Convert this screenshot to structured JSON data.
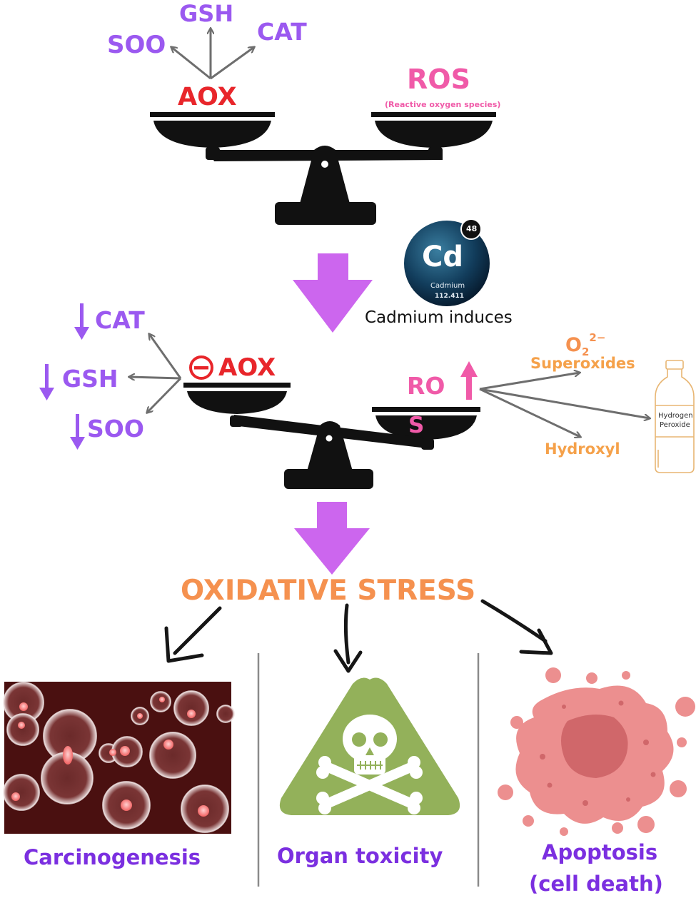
{
  "top_scale": {
    "left_label": "AOX",
    "enzymes": [
      "SOO",
      "GSH",
      "CAT"
    ],
    "right_label": "ROS",
    "right_sublabel": "(Reactive oxygen species)"
  },
  "cadmium": {
    "symbol": "Cd",
    "atomic_number": "48",
    "name": "Cadmium",
    "mass": "112.411",
    "caption": "Cadmium induces"
  },
  "bottom_scale": {
    "left_symbol": "⊖",
    "left_label": "AOX",
    "enzymes": [
      "CAT",
      "GSH",
      "SOO"
    ],
    "right_label_top": "RO",
    "right_label_bottom": "S",
    "species": {
      "superoxide_formula": "O",
      "superoxide_sub": "2",
      "superoxide_sup": "2−",
      "superoxide_name": "Superoxides",
      "hydroxyl": "Hydroxyl",
      "peroxide_line1": "Hydrogen",
      "peroxide_line2": "Peroxide"
    }
  },
  "result": {
    "title": "OXIDATIVE STRESS"
  },
  "outcomes": [
    {
      "label": "Carcinogenesis"
    },
    {
      "label": "Organ toxicity"
    },
    {
      "label_line1": "Apoptosis",
      "label_line2": "(cell death)"
    }
  ],
  "colors": {
    "enzyme": "#9b59f0",
    "aox": "#e8262b",
    "ros": "#f05aa8",
    "species": "#f5a14a",
    "stress": "#f5914f",
    "flow_arrow": "#cc66ee",
    "outcome_text": "#7b2fe0",
    "toxicity_bg": "#93b15a",
    "apoptosis": "#ec8f8f"
  }
}
